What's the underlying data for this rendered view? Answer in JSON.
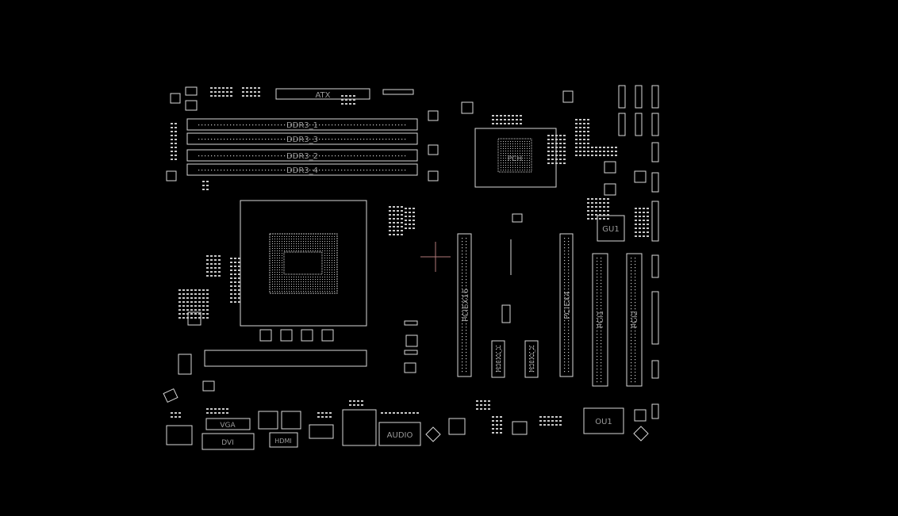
{
  "colors": {
    "background": "#000000",
    "outline": "#d8d8d8",
    "label": "#9a9a9a",
    "cursor": "#b07878"
  },
  "labels": {
    "atx": "ATX",
    "ddr3_1": "DDR3_1",
    "ddr3_3": "DDR3_3",
    "ddr3_2": "DDR3_2",
    "ddr3_4": "DDR3_4",
    "pch": "PCH",
    "gu1": "GU1",
    "ou1": "OU1",
    "vga": "VGA",
    "dvi": "DVI",
    "hdmi": "HDMI",
    "audio": "AUDIO",
    "pciex16": "PCIEX16",
    "pciex4": "PCIEX4",
    "pci1": "PCI1",
    "pci2": "PCI2",
    "pciex1_1": "PCIEX1_1",
    "pciex1_2": "PCIEX1_2"
  },
  "icons": {
    "cursor": "crosshair-icon"
  }
}
